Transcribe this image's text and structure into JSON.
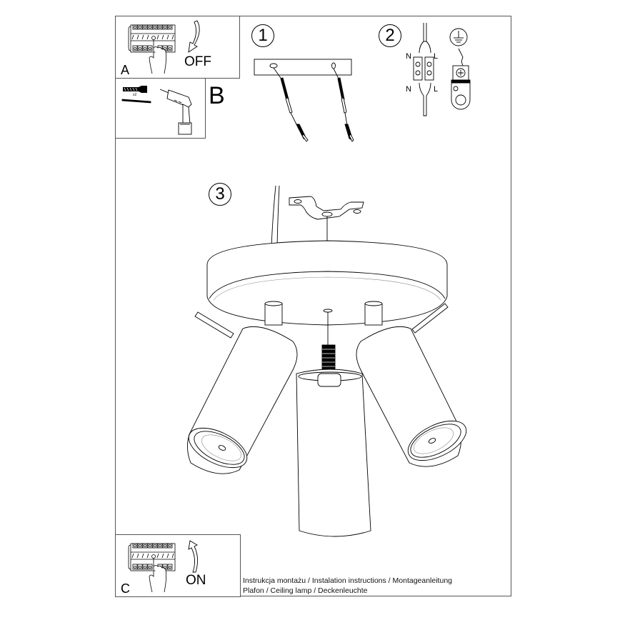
{
  "document": {
    "type": "assembly-instructions",
    "product_line": "Plafon / Ceiling lamp / Deckenleuchte"
  },
  "panels": {
    "a": {
      "letter": "A",
      "state_label": "OFF",
      "icon": "circuit-breaker-switch-off-icon"
    },
    "b": {
      "letter": "B",
      "quantity_label": "x2",
      "icons": [
        "wall-plug-icon",
        "screw-icon",
        "drill-icon"
      ]
    },
    "c": {
      "letter": "C",
      "state_label": "ON",
      "icon": "circuit-breaker-switch-on-icon"
    }
  },
  "steps": [
    {
      "number": "1",
      "description_icon": "mounting-bar-with-screws-icon"
    },
    {
      "number": "2",
      "description_icon": "wiring-connector-icon",
      "labels": {
        "neutral_top": "N",
        "live_top": "L",
        "neutral_bottom": "N",
        "live_bottom": "L"
      },
      "ground_icon": "ground-symbol-icon"
    },
    {
      "number": "3",
      "description_icon": "ceiling-lamp-assembly-icon"
    }
  ],
  "footer": {
    "line1": "Instrukcja montażu / Instalation instructions / Montageanleitung",
    "line2": "Plafon / Ceiling lamp / Deckenleuchte"
  },
  "colors": {
    "line": "#000000",
    "frame": "#555555",
    "background": "#ffffff"
  }
}
